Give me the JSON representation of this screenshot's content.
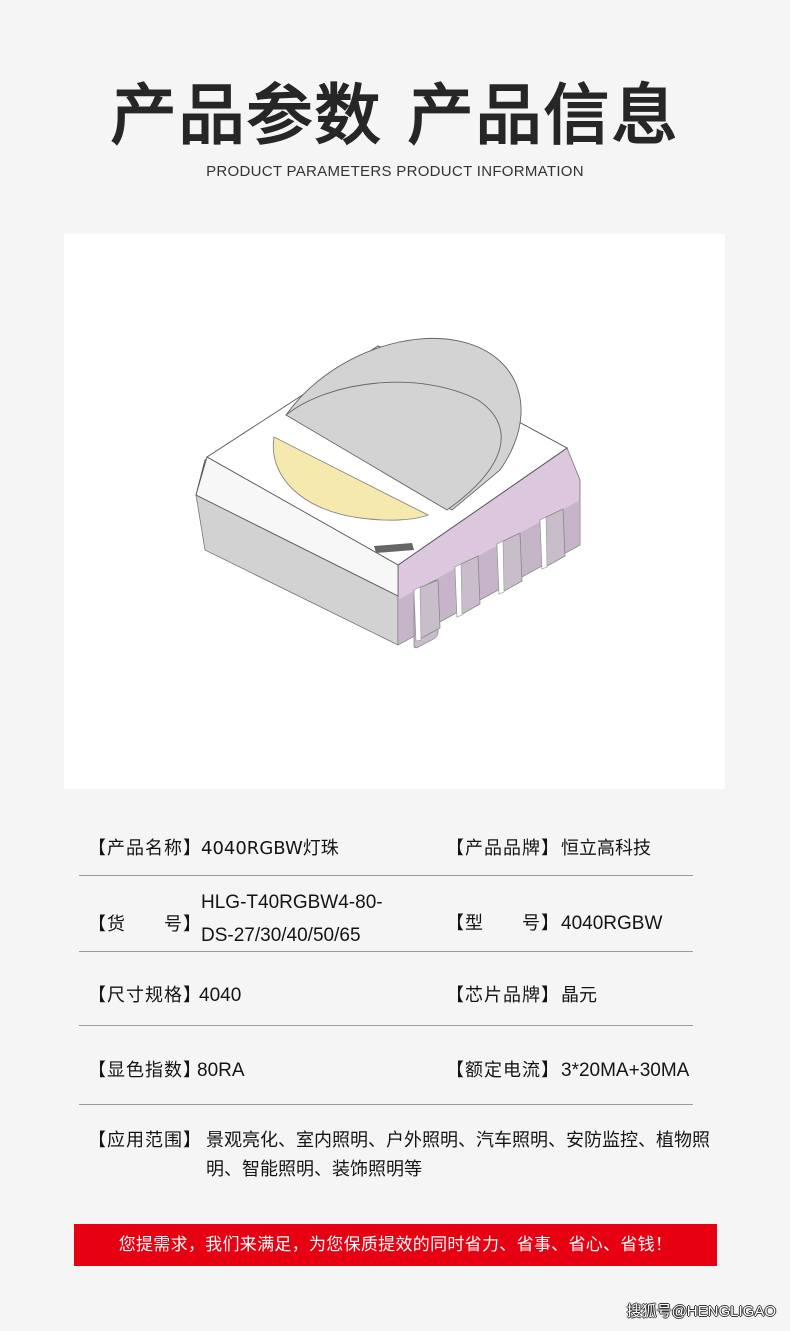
{
  "header": {
    "title": "产品参数 产品信息",
    "subtitle": "PRODUCT PARAMETERS PRODUCT INFORMATION"
  },
  "product_image": {
    "alt": "4040 RGBW SMD LED chip",
    "colors": {
      "top_face": "#ffffff",
      "gray_lens": "#d3d3d3",
      "yellow_lens": "#f5e9ae",
      "pink_side": "#dcc7de",
      "gray_side": "#d2d2d2",
      "pins": "#c9bccb"
    }
  },
  "specs": {
    "rows": [
      {
        "left": {
          "label": "【产品名称】",
          "value": "4040RGBW灯珠"
        },
        "right": {
          "label": "【产品品牌】",
          "value": "恒立高科技"
        }
      },
      {
        "left": {
          "label": "【货　　号】",
          "value_lines": [
            "HLG-T40RGBW4-80-",
            "DS-27/30/40/50/65"
          ]
        },
        "right": {
          "label": "【型　　号】",
          "value": "4040RGBW"
        }
      },
      {
        "left": {
          "label": "【尺寸规格】",
          "value": "4040"
        },
        "right": {
          "label": "【芯片品牌】",
          "value": "晶元"
        }
      },
      {
        "left": {
          "label": "【显色指数】",
          "value": "80RA"
        },
        "right": {
          "label": "【额定电流】",
          "value": "3*20MA+30MA"
        }
      }
    ],
    "application": {
      "label": "【应用范围】",
      "value": "景观亮化、室内照明、户外照明、汽车照明、安防监控、植物照明、智能照明、装饰照明等"
    }
  },
  "banner": {
    "text": "您提需求，我们来满足，为您保质提效的同时省力、省事、省心、省钱！",
    "color": "#e60012"
  },
  "watermark": "搜狐号@HENGLIGAO"
}
